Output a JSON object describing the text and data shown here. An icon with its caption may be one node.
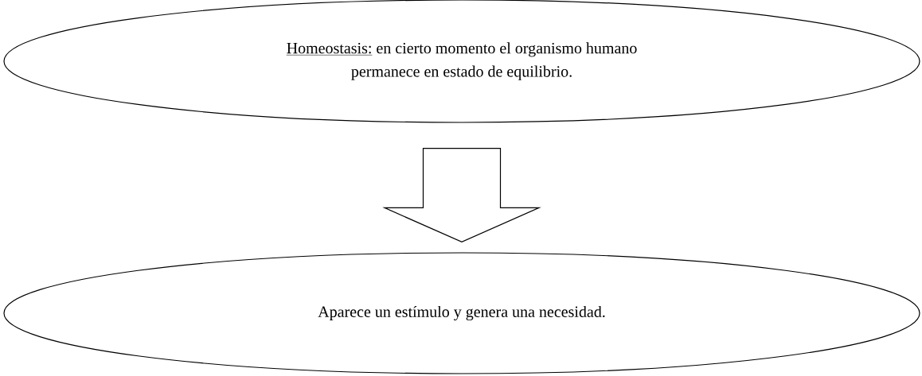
{
  "diagram": {
    "nodes": [
      {
        "text": [
          "Homeostasis:",
          "en cierto momento el organismo humano permanece en estado de equilibrio."
        ]
      },
      {
        "text": [
          "Aparece un estímulo y genera una necesidad."
        ]
      }
    ],
    "edges": [
      {
        "from": 0,
        "to": 1,
        "arrow": "to"
      }
    ]
  }
}
